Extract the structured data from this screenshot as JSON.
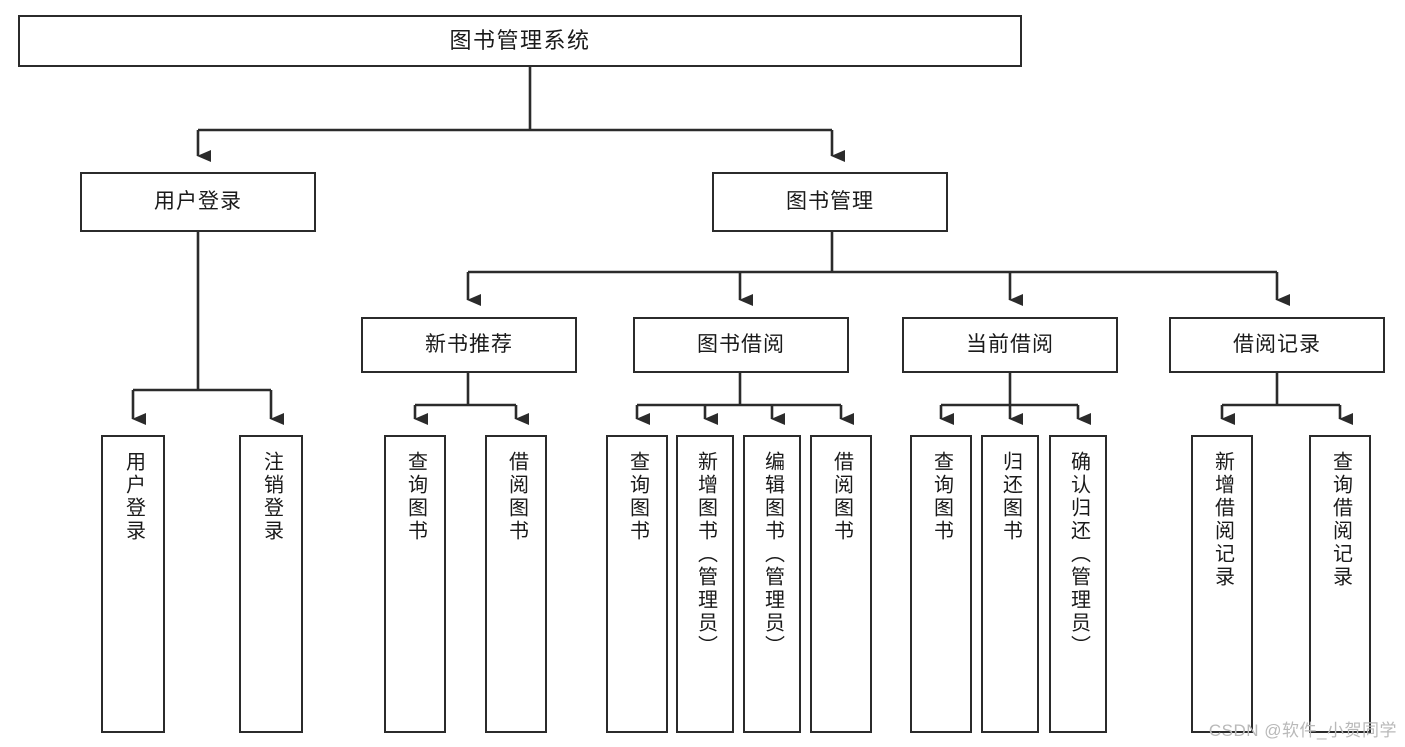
{
  "diagram": {
    "title_node": {
      "label": "图书管理系统"
    },
    "level2": [
      {
        "id": "user-login",
        "label": "用户登录"
      },
      {
        "id": "book-management",
        "label": "图书管理"
      }
    ],
    "level3": [
      {
        "id": "new-book-recommend",
        "label": "新书推荐"
      },
      {
        "id": "book-borrow",
        "label": "图书借阅"
      },
      {
        "id": "current-borrow",
        "label": "当前借阅"
      },
      {
        "id": "borrow-record",
        "label": "借阅记录"
      }
    ],
    "leaves": [
      {
        "id": "leaf-user-login",
        "label": "用户登录",
        "parent": "user-login"
      },
      {
        "id": "leaf-logout",
        "label": "注销登录",
        "parent": "user-login"
      },
      {
        "id": "leaf-query-book-1",
        "label": "查询图书",
        "parent": "new-book-recommend"
      },
      {
        "id": "leaf-borrow-book-1",
        "label": "借阅图书",
        "parent": "new-book-recommend"
      },
      {
        "id": "leaf-query-book-2",
        "label": "查询图书",
        "parent": "book-borrow"
      },
      {
        "id": "leaf-add-book",
        "label": "新增图书（管理员）",
        "parent": "book-borrow"
      },
      {
        "id": "leaf-edit-book",
        "label": "编辑图书（管理员）",
        "parent": "book-borrow"
      },
      {
        "id": "leaf-borrow-book-2",
        "label": "借阅图书",
        "parent": "book-borrow"
      },
      {
        "id": "leaf-query-book-3",
        "label": "查询图书",
        "parent": "current-borrow"
      },
      {
        "id": "leaf-return-book",
        "label": "归还图书",
        "parent": "current-borrow"
      },
      {
        "id": "leaf-confirm-return",
        "label": "确认归还（管理员）",
        "parent": "current-borrow"
      },
      {
        "id": "leaf-add-record",
        "label": "新增借阅记录",
        "parent": "borrow-record"
      },
      {
        "id": "leaf-query-record",
        "label": "查询借阅记录",
        "parent": "borrow-record"
      }
    ],
    "colors": {
      "stroke": "#2b2b2b",
      "fill": "#ffffff",
      "text": "#1a1a1a",
      "watermark": "#b9b9b9"
    }
  },
  "watermark": {
    "text": "CSDN @软件_小贺同学"
  }
}
